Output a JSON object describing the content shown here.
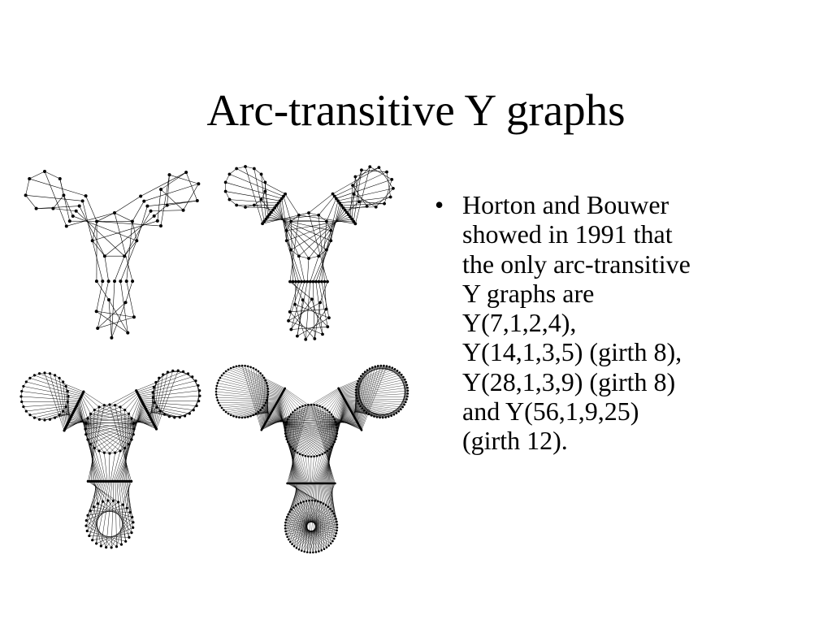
{
  "slide": {
    "title": "Arc-transitive Y graphs"
  },
  "bullets": [
    {
      "marker": "•",
      "lines": [
        "Horton and Bouwer",
        "showed in 1991 that",
        "the only arc-transitive",
        "Y graphs are",
        "Y(7,1,2,4),",
        "Y(14,1,3,5) (girth 8),",
        "Y(28,1,3,9) (girth 8)",
        "and Y(56,1,9,25)",
        "(girth 12)."
      ]
    }
  ],
  "figures": [
    {
      "name": "Y(7,1,2,4)",
      "n": 7,
      "jumps": [
        1,
        2,
        4
      ]
    },
    {
      "name": "Y(14,1,3,5)",
      "n": 14,
      "jumps": [
        1,
        3,
        5
      ]
    },
    {
      "name": "Y(28,1,3,9)",
      "n": 28,
      "jumps": [
        1,
        3,
        9
      ]
    },
    {
      "name": "Y(56,1,9,25)",
      "n": 56,
      "jumps": [
        1,
        9,
        25
      ]
    }
  ],
  "colors": {
    "ink": "#000000",
    "background": "#ffffff"
  }
}
